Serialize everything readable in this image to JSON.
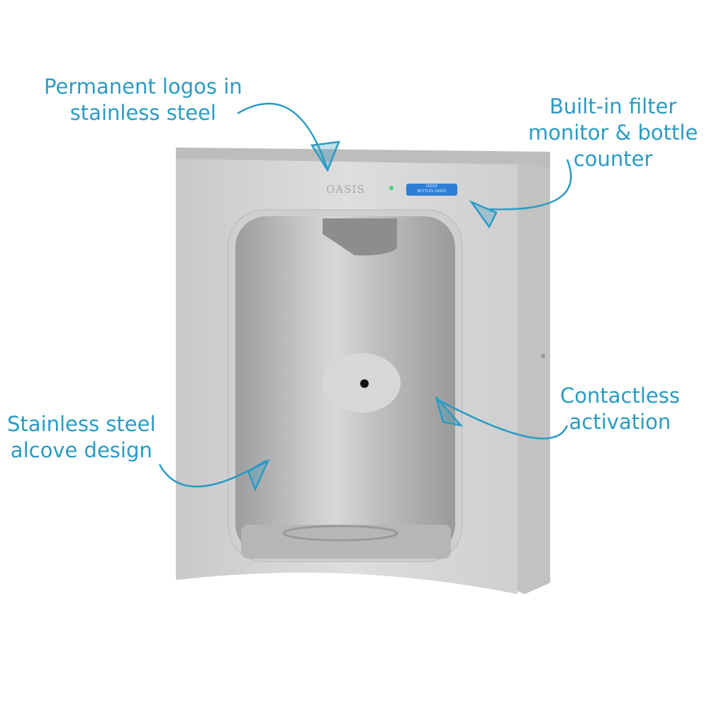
{
  "annotations": {
    "logos": [
      "Permanent logos in",
      "stainless steel"
    ],
    "filter": [
      "Built-in filter",
      "monitor & bottle",
      "counter"
    ],
    "contactless": [
      "Contactless",
      "activation"
    ],
    "alcove": [
      "Stainless steel",
      "alcove design"
    ]
  },
  "product": {
    "brand": "OASIS",
    "display_counter": "00000",
    "display_label": "BOTTLES SAVED"
  },
  "colors": {
    "accent": "#2a9bc4",
    "display": "#2f7fd6"
  }
}
